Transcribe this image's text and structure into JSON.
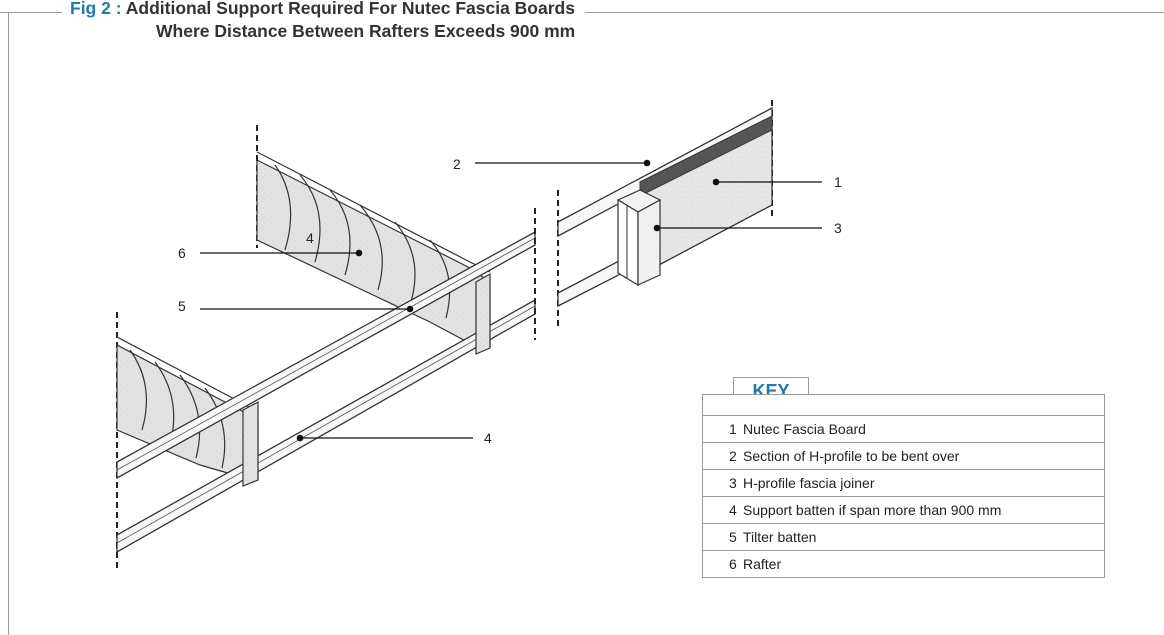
{
  "figure": {
    "label": "Fig 2 :",
    "title_line1": "Additional Support Required For Nutec Fascia Boards",
    "title_line2": "Where Distance Between Rafters Exceeds 900 mm"
  },
  "callouts": {
    "c1": "1",
    "c2": "2",
    "c3": "3",
    "c4_top": "4",
    "c4_bottom": "4",
    "c5": "5",
    "c6": "6"
  },
  "key": {
    "title": "KEY",
    "items": [
      {
        "num": "1",
        "text": "Nutec Fascia Board"
      },
      {
        "num": "2",
        "text": "Section of H-profile to be bent over"
      },
      {
        "num": "3",
        "text": "H-profile fascia joiner"
      },
      {
        "num": "4",
        "text": "Support batten if span more than 900 mm"
      },
      {
        "num": "5",
        "text": "Tilter batten"
      },
      {
        "num": "6",
        "text": "Rafter"
      }
    ]
  }
}
